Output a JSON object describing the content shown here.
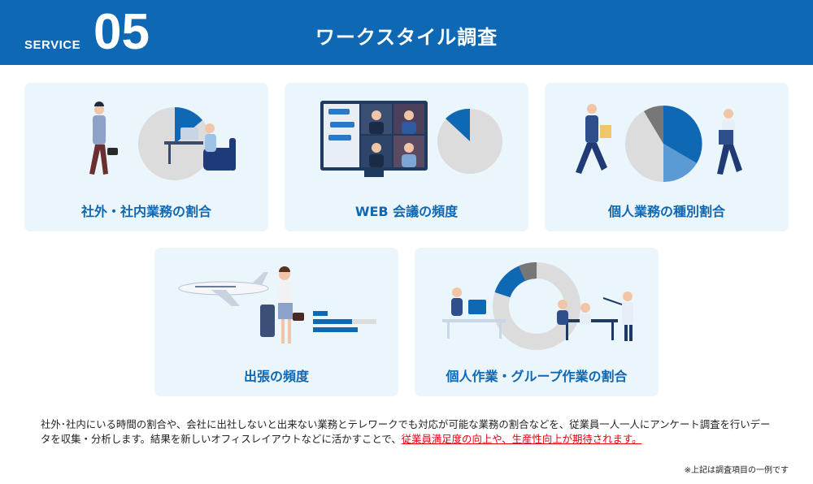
{
  "header": {
    "service_label": "SERVICE",
    "service_number": "05",
    "title": "ワークスタイル調査"
  },
  "cards": [
    {
      "label": "社外・社内業務の割合"
    },
    {
      "label": "WEB 会議の頻度"
    },
    {
      "label": "個人業務の種別割合"
    },
    {
      "label": "出張の頻度"
    },
    {
      "label": "個人作業・グループ作業の割合"
    }
  ],
  "description": {
    "text": "社外･社内にいる時間の割合や、会社に出社しないと出来ない業務とテレワークでも対応が可能な業務の割合などを、従業員一人一人にアンケート調査を行いデータを収集・分析します。結果を新しいオフィスレイアウトなどに活かすことで、",
    "highlight": "従業員満足度の向上や、生産性向上が期待されます。"
  },
  "footnote": "※上記は調査項目の一例です",
  "colors": {
    "brand_blue": "#0f68b4",
    "card_bg": "#eaf5fc",
    "chart_gray": "#dcdcdc",
    "highlight_red": "#e60012"
  }
}
